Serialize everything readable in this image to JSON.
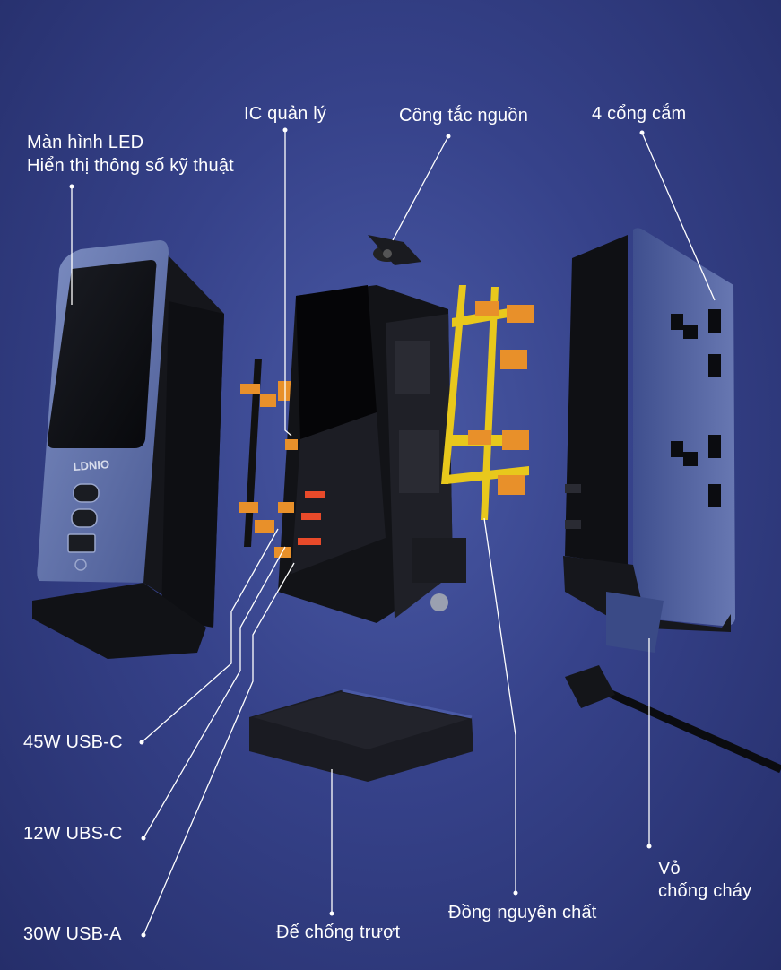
{
  "labels": {
    "led_line1": "Màn hình LED",
    "led_line2": "Hiển thị thông số kỹ thuật",
    "ic": "IC quản lý",
    "power_switch": "Công tắc nguồn",
    "outlets": "4 cổng cắm",
    "usbc_45w": "45W USB-C",
    "usbc_12w": "12W UBS-C",
    "usba_30w": "30W USB-A",
    "base": "Đế chống trượt",
    "copper": "Đồng nguyên chất",
    "shell_line1": "Vỏ",
    "shell_line2": "chống cháy"
  },
  "brand_text": "LDNIO",
  "colors": {
    "background": "#36428a",
    "housing": "#5e6fa6",
    "copper": "#e8c81c",
    "contact": "#e8902a",
    "callout": "#ffffff"
  }
}
